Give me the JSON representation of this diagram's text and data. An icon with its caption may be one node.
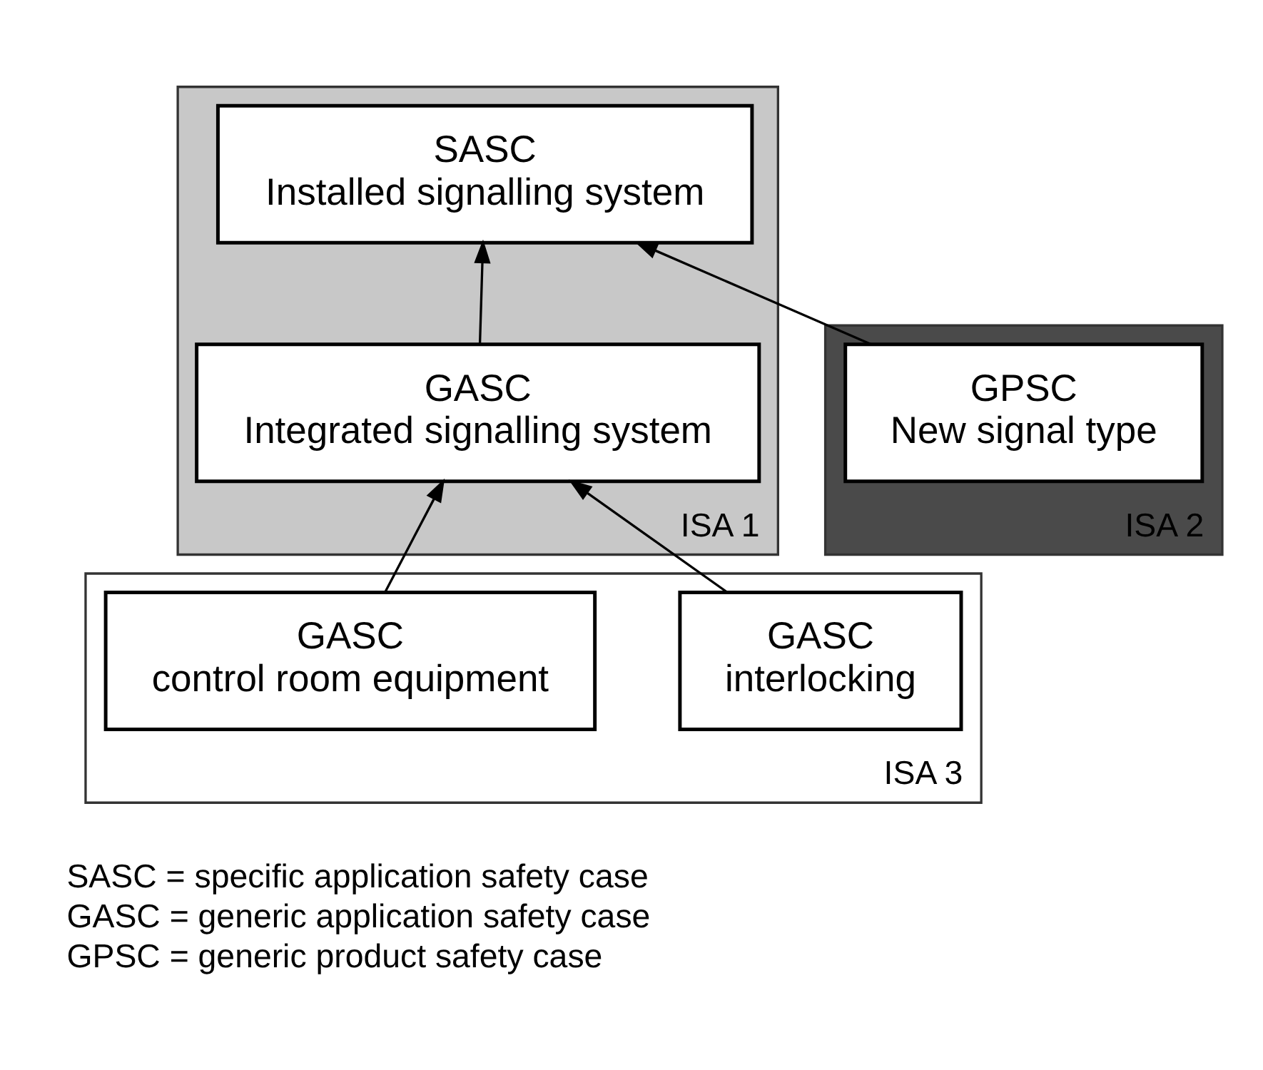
{
  "diagram": {
    "nodes": [
      {
        "text": [
          "ISA 1"
        ]
      },
      {
        "text": [
          "SASC",
          "Installed signalling system"
        ],
        "in": 0
      },
      {
        "text": [
          "GASC",
          "Integrated signalling system"
        ],
        "in": 0
      },
      {
        "text": [
          "ISA 2"
        ]
      },
      {
        "text": [
          "GPSC",
          "New signal type"
        ],
        "in": 3
      },
      {
        "text": [
          "ISA 3"
        ]
      },
      {
        "text": [
          "GASC",
          "interlocking"
        ],
        "in": 5
      },
      {
        "text": [
          "GASC",
          "control room equipment"
        ],
        "in": 5
      }
    ],
    "edges": [
      {
        "from": 2,
        "to": 1,
        "arrow": "to"
      },
      {
        "from": 4,
        "to": 1,
        "arrow": "to"
      },
      {
        "from": 6,
        "to": 2,
        "arrow": "to"
      },
      {
        "from": 7,
        "to": 2,
        "arrow": "to"
      }
    ],
    "labels": [
      "SASC = specific application safety case",
      "GASC = generic application safety case",
      "GPSC = generic product safety case"
    ]
  }
}
